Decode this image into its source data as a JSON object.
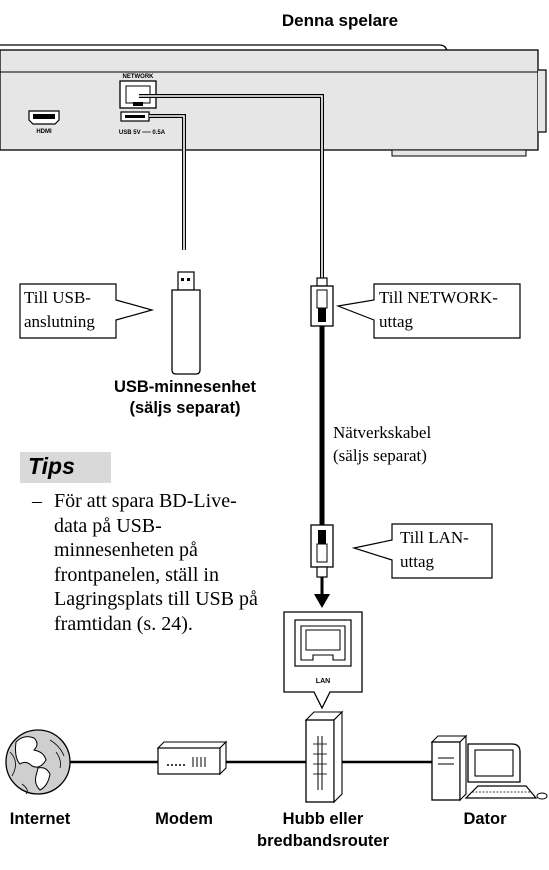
{
  "player_label": "Denna spelare",
  "ports": {
    "network": "NETWORK",
    "hdmi": "HDMI",
    "usb": "USB 5V ══ 0.5A",
    "lan": "LAN"
  },
  "callouts": {
    "usb": [
      "Till USB-",
      "anslutning"
    ],
    "network": [
      "Till NETWORK-",
      "uttag"
    ],
    "lan": [
      "Till LAN-",
      "uttag"
    ]
  },
  "usb_device": [
    "USB-minnesenhet",
    "(säljs separat)"
  ],
  "cable_label": [
    "Nätverkskabel",
    "(säljs separat)"
  ],
  "tips": {
    "heading": "Tips",
    "dash": "–",
    "text": "För att spara BD-Live-data på USB-minnesenheten på frontpanelen, ställ in Lagringsplats till USB på framtidan (s. 24)."
  },
  "devices": {
    "internet": "Internet",
    "modem": "Modem",
    "hub": [
      "Hubb eller",
      "bredbandsrouter"
    ],
    "pc": "Dator"
  },
  "colors": {
    "cable": "#000000",
    "panel": "#e6e6e6",
    "tips_bg": "#d9d9d9"
  }
}
